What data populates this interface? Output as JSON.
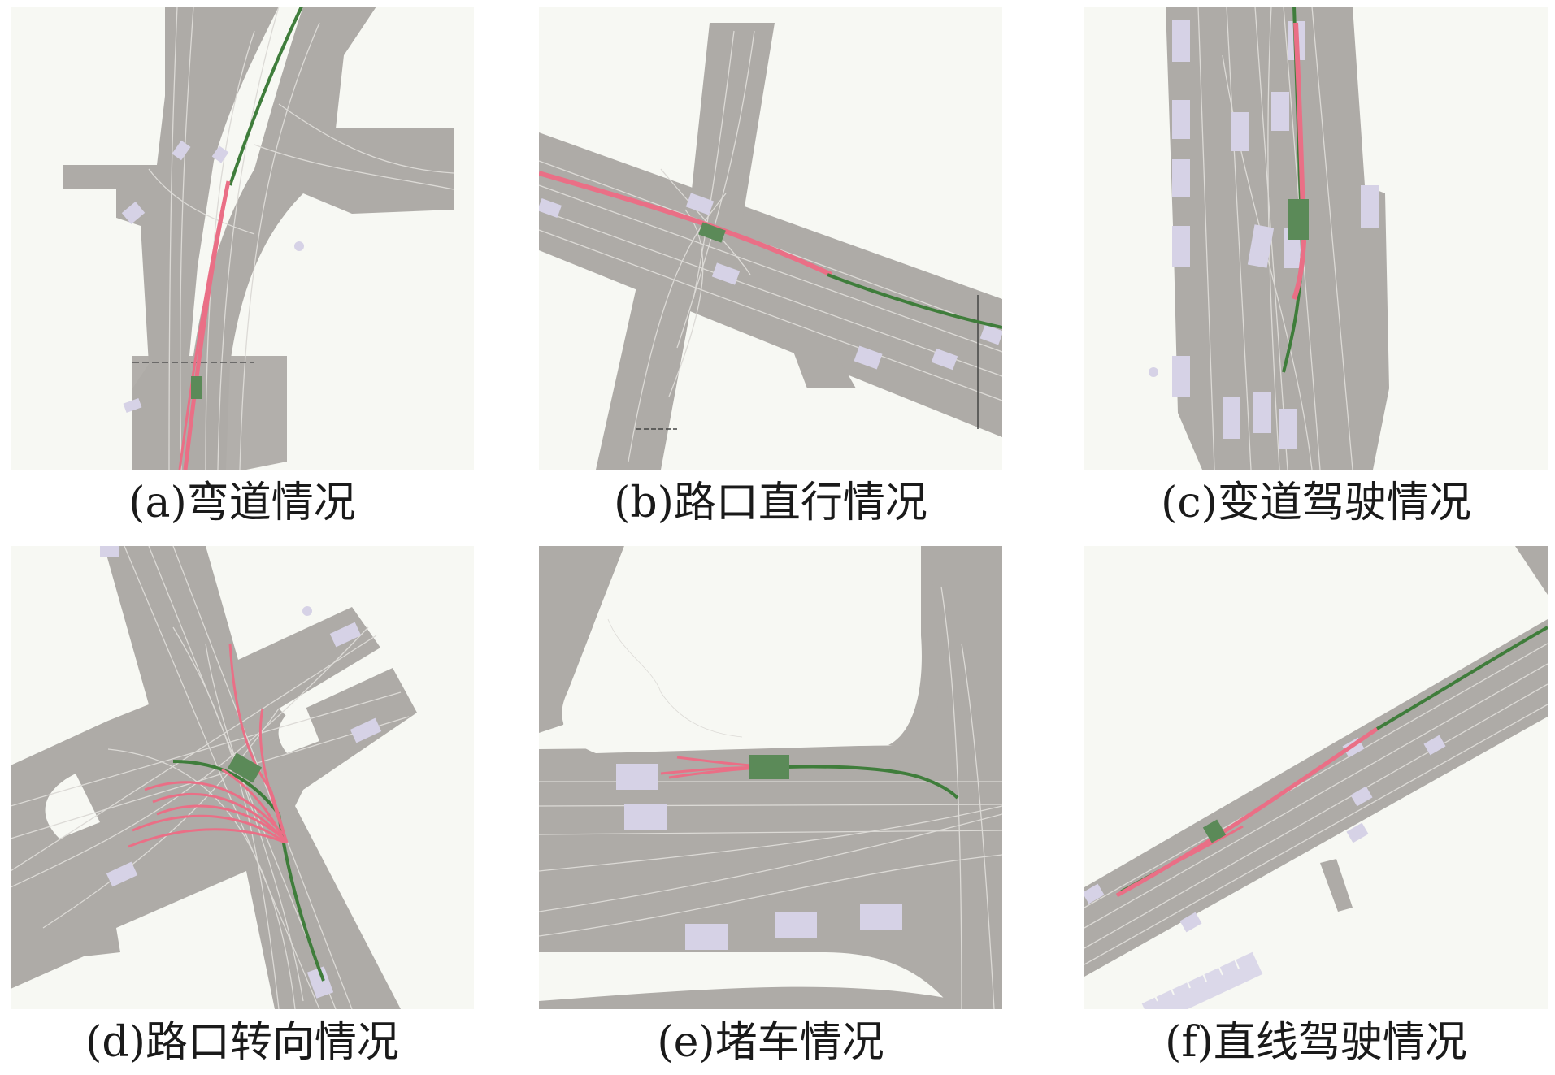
{
  "colors": {
    "background": "#f7f8f3",
    "road": "#aeaba7",
    "lane_line": "#dcdad6",
    "vehicle": "#d6d2e6",
    "ego_vehicle": "#5b8a58",
    "planned_path": "#3f7d3b",
    "predicted_path": "#ea6f86"
  },
  "figure": {
    "panels": [
      {
        "id": "a",
        "caption": "(a)弯道情况"
      },
      {
        "id": "b",
        "caption": "(b)路口直行情况"
      },
      {
        "id": "c",
        "caption": "(c)变道驾驶情况"
      },
      {
        "id": "d",
        "caption": "(d)路口转向情况"
      },
      {
        "id": "e",
        "caption": "(e)堵车情况"
      },
      {
        "id": "f",
        "caption": "(f)直线驾驶情况"
      }
    ]
  }
}
